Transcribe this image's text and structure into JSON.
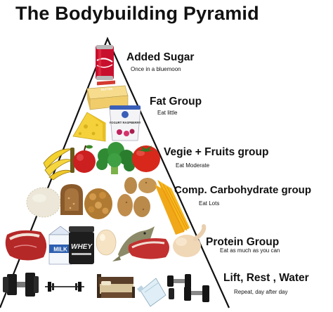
{
  "title": "The Bodybuilding Pyramid",
  "tiers": [
    {
      "name": "Added Sugar",
      "note": "Once in a bluemoon",
      "icons": [
        "cola-can-icon"
      ]
    },
    {
      "name": "Fat Group",
      "note": "Eat little",
      "icons": [
        "butter-icon",
        "cheese-icon",
        "yogurt-cup-icon"
      ],
      "icon_text": {
        "butter": "BUTTER",
        "yogurt": "YOGURT RASPBERRY"
      }
    },
    {
      "name": "Vegie + Fruits group",
      "note": "Eat Moderate",
      "icons": [
        "banana-icon",
        "apple-icon",
        "broccoli-icon",
        "tomato-icon"
      ]
    },
    {
      "name": "Comp. Carbohydrate group",
      "note": "Eat Lots",
      "icons": [
        "rice-icon",
        "bread-icon",
        "cereal-icon",
        "potato-icon",
        "pasta-icon"
      ]
    },
    {
      "name": "Protein Group",
      "note": "Eat as much as you can",
      "icons": [
        "steak-icon",
        "milk-carton-icon",
        "whey-tub-icon",
        "egg-icon",
        "fish-icon",
        "beef-icon",
        "chicken-icon"
      ],
      "icon_text": {
        "milk": "MILK",
        "whey": "WHEY"
      }
    },
    {
      "name": "Lift, Rest , Water",
      "note": "Repeat, day after day",
      "icons": [
        "dumbbell-icon",
        "barbell-icon",
        "bed-icon",
        "water-bottle-icon",
        "dumbbells-icon"
      ]
    }
  ],
  "colors": {
    "outline": "#111111",
    "text": "#111111",
    "background": "#ffffff"
  }
}
